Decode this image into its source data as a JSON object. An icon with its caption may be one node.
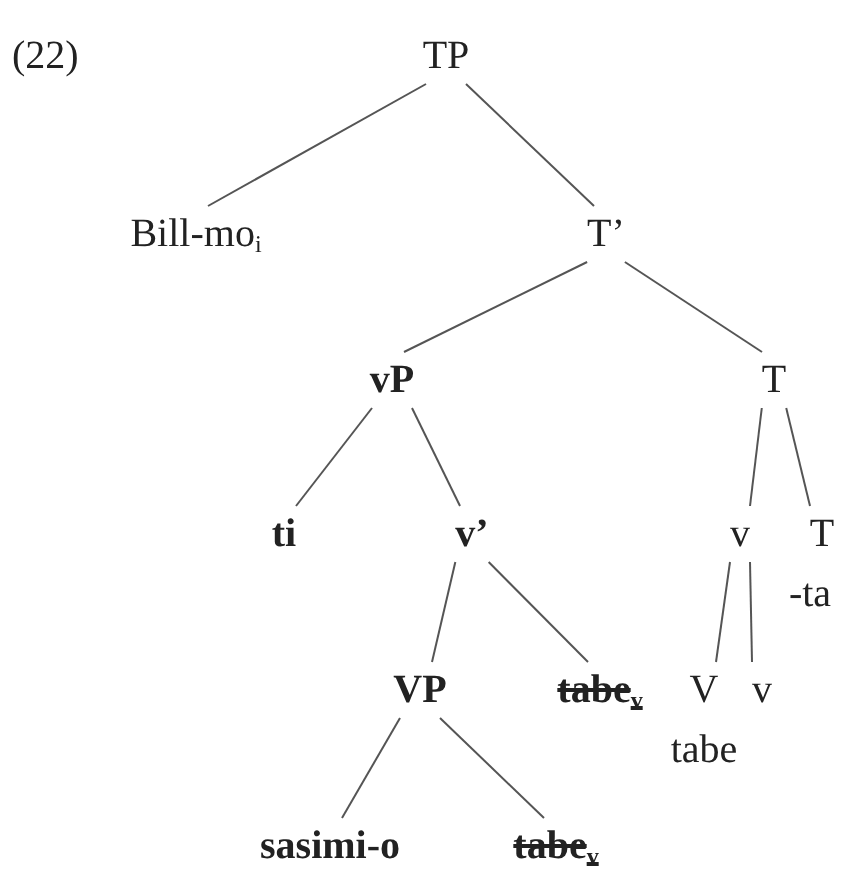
{
  "diagram": {
    "nodes": [
      {
        "text": [
          "TP"
        ]
      },
      {
        "text": [
          "Bill-mo$_{i}$"
        ]
      },
      {
        "text": [
          "T’"
        ]
      },
      {
        "text": [
          "vP"
        ]
      },
      {
        "text": [
          "T"
        ]
      },
      {
        "text": [
          "ti"
        ]
      },
      {
        "text": [
          "v’"
        ]
      },
      {
        "text": [
          "v"
        ]
      },
      {
        "text": [
          "T"
        ],
        "beside": [
          "-ta"
        ]
      },
      {
        "text": [
          "VP"
        ]
      },
      {
        "text": [
          "tabe$_{v}$"
        ]
      },
      {
        "text": [
          "V"
        ],
        "beside": [
          "tabe"
        ]
      },
      {
        "text": [
          "v"
        ]
      },
      {
        "text": [
          "sasimi-o"
        ]
      },
      {
        "text": [
          "tabe$_{v}$"
        ]
      }
    ],
    "edges": [
      {
        "from": 0,
        "to": 1,
        "arrow": "none"
      },
      {
        "from": 0,
        "to": 2,
        "arrow": "none"
      },
      {
        "from": 2,
        "to": 3,
        "arrow": "none"
      },
      {
        "from": 2,
        "to": 4,
        "arrow": "none"
      },
      {
        "from": 3,
        "to": 5,
        "arrow": "none"
      },
      {
        "from": 3,
        "to": 6,
        "arrow": "none"
      },
      {
        "from": 4,
        "to": 7,
        "arrow": "none"
      },
      {
        "from": 4,
        "to": 8,
        "arrow": "none"
      },
      {
        "from": 6,
        "to": 9,
        "arrow": "none"
      },
      {
        "from": 6,
        "to": 10,
        "arrow": "none"
      },
      {
        "from": 7,
        "to": 11,
        "arrow": "none"
      },
      {
        "from": 7,
        "to": 12,
        "arrow": "none"
      },
      {
        "from": 9,
        "to": 13,
        "arrow": "none"
      },
      {
        "from": 9,
        "to": 14,
        "arrow": "none"
      }
    ],
    "labels": [
      "(22)"
    ]
  }
}
